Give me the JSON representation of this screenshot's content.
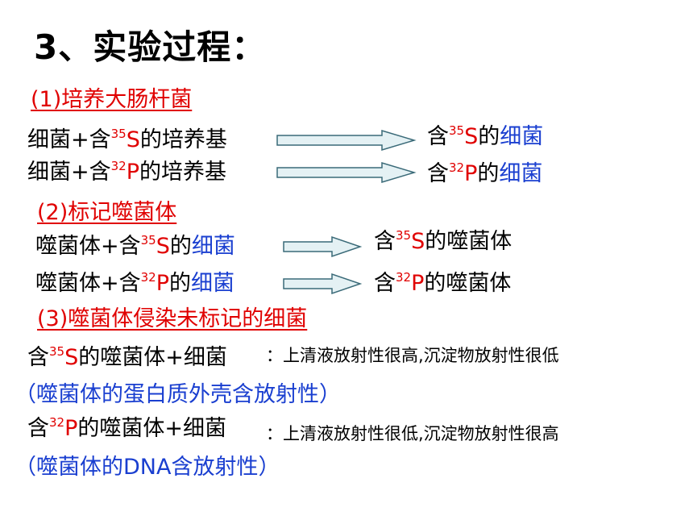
{
  "title": "3、实验过程：",
  "step1": {
    "heading": "(1)培养大肠杆菌",
    "rows": [
      {
        "prefix": "细菌+含",
        "iso": "35",
        "elem": "S",
        "suffix": "的培养基",
        "result": {
          "prefix": "含",
          "iso": "35",
          "elem": "S",
          "mid": "的",
          "tail": "细菌"
        }
      },
      {
        "prefix": "细菌+含",
        "iso": "32",
        "elem": "P",
        "suffix": "的培养基",
        "result": {
          "prefix": "含",
          "iso": "32",
          "elem": "P",
          "mid": "的",
          "tail": "细菌"
        }
      }
    ]
  },
  "step2": {
    "heading": "(2)标记噬菌体",
    "rows": [
      {
        "prefix": "噬菌体+含",
        "iso": "35",
        "elem": "S",
        "mid": "的",
        "tail": "细菌",
        "result": {
          "prefix": "含",
          "iso": "35",
          "elem": "S",
          "suffix": "的噬菌体"
        }
      },
      {
        "prefix": "噬菌体+含",
        "iso": "32",
        "elem": "P",
        "mid": "的",
        "tail": "细菌",
        "result": {
          "prefix": "含",
          "iso": "32",
          "elem": "P",
          "suffix": "的噬菌体"
        }
      }
    ]
  },
  "step3": {
    "heading": "(3)噬菌体侵染未标记的细菌",
    "rows": [
      {
        "prefix": "含",
        "iso": "35",
        "elem": "S",
        "suffix": "的噬菌体+细菌",
        "outcome": "：上清液放射性很高,沉淀物放射性很低",
        "note": "（噬菌体的蛋白质外壳含放射性）"
      },
      {
        "prefix": "含",
        "iso": "32",
        "elem": "P",
        "suffix": "的噬菌体+细菌",
        "outcome": "：上清液放射性很低,沉淀物放射性很高",
        "note": "（噬菌体的DNA含放射性）"
      }
    ]
  },
  "colors": {
    "red": "#e00000",
    "blue": "#1a3fd0",
    "arrow_fill": "#e4f1f4",
    "arrow_stroke": "#3a6a78"
  }
}
